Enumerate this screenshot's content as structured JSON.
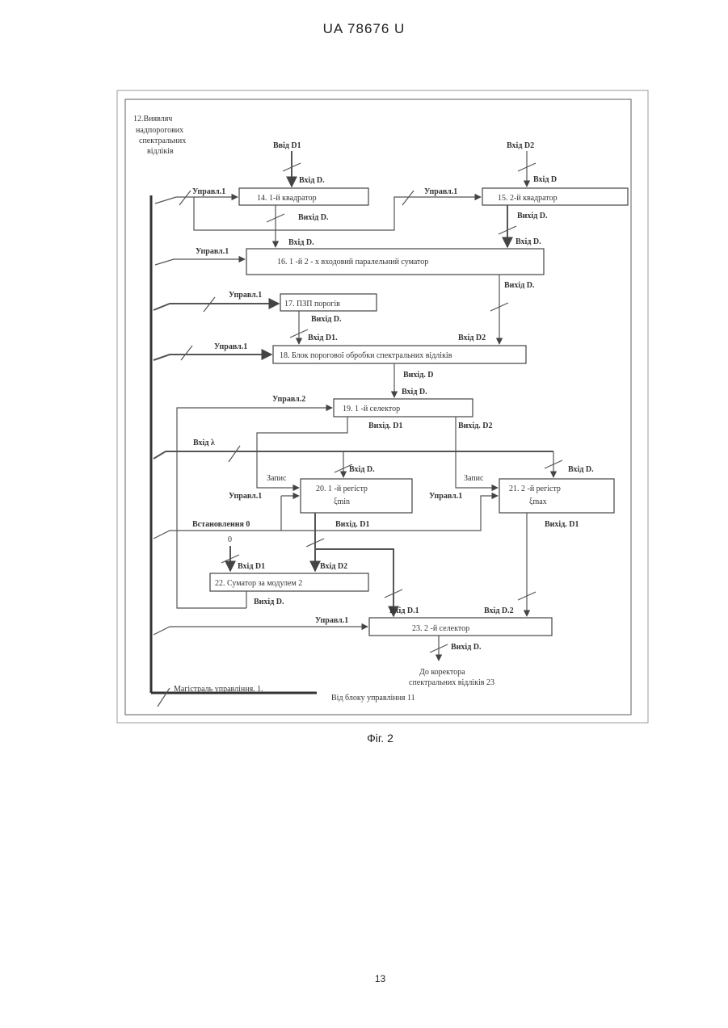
{
  "header": "UA   78676   U",
  "caption": "Фіг. 2",
  "page_number": "13",
  "diagram": {
    "title_lines": [
      "12.Виявляч",
      "надпорогових",
      "спектральних",
      "відліків"
    ],
    "blocks": {
      "b14": "14. 1-й квадратор",
      "b15": "15. 2-й квадратор",
      "b16": "16. 1 -й  2 - х входовий паралельний суматор",
      "b17": "17. ПЗП порогів",
      "b18": "18. Блок порогової обробки спектральних відліків",
      "b19": "19. 1 -й селектор",
      "b20_l1": "20. 1 -й регістр",
      "b20_l2": "ξmin",
      "b21_l1": "21.   2 -й регістр",
      "b21_l2": "ξmax",
      "b22": "22.  Суматор за модулем 2",
      "b23": "23. 2 -й селектор"
    },
    "labels": {
      "in_d1_top": "Ввід D1",
      "in_d2_top": "Вхід D2",
      "in_d_14": "Вхід D.",
      "in_d_15": "Вхід D",
      "ctrl1_14": "Управл.1",
      "ctrl1_15": "Управл.1",
      "out_d_14": "Вихід D.",
      "out_d_15": "Вихід D.",
      "in_d_16a": "Вхід D.",
      "in_d_16b": "Вхід D.",
      "ctrl1_16": "Управл.1",
      "out_d_16": "Вихід D.",
      "ctrl1_17": "Управл.1",
      "out_d_17": "Вихід D.",
      "in_d1_18": "Вхід D1.",
      "in_d2_18": "Вхід D2",
      "ctrl1_18": "Управл.1",
      "out_d_18": "Вихід.  D",
      "in_d_19": "Вхід D.",
      "ctrl2_19": "Управл.2",
      "out_d1_19": "Вихід. D1",
      "out_d2_19": "Вихід. D2",
      "in_lambda": "Вхід λ",
      "in_d_20": "Вхід D.",
      "in_d_21": "Вхід D.",
      "write_20": "Запис",
      "write_21": "Запис",
      "ctrl1_20": "Управл.1",
      "ctrl1_21": "Управл.1",
      "set0": "Встановлення 0",
      "out_d1_20": "Вихід. D1",
      "out_d1_21": "Вихід. D1",
      "zero": "0",
      "in_d1_22": "Вхід D1",
      "in_d2_22": "Вхід D2",
      "out_d_22": "Вихід D.",
      "in_d1_23": "Вхід D.1",
      "in_d2_23": "Вхід D.2",
      "ctrl1_23": "Управл.1",
      "out_d_23": "Вихід D.",
      "to_corrector_l1": "До  коректора",
      "to_corrector_l2": "спектральних відліків 23",
      "bus": "Магістраль управління. 1.",
      "from_ctrl": "Від блоку управління 11"
    }
  }
}
